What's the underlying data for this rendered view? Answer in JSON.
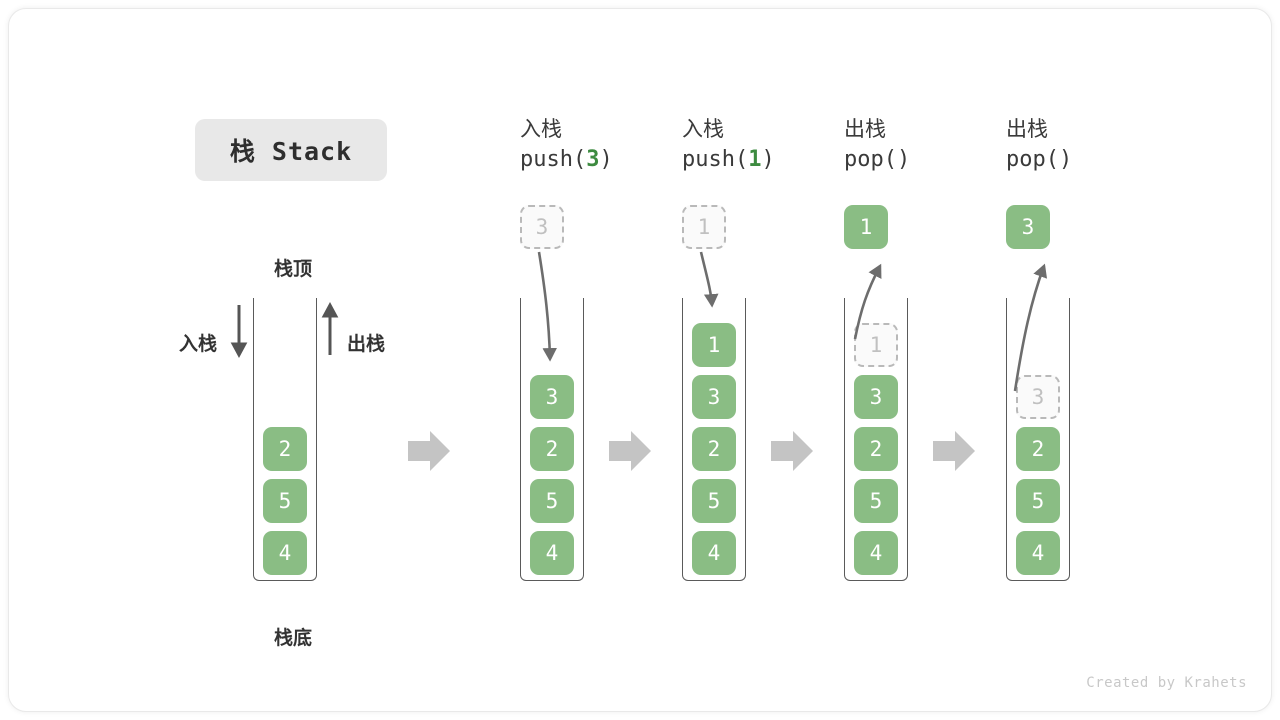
{
  "title_badge": {
    "text": "栈 Stack"
  },
  "labels": {
    "top": "栈顶",
    "bottom": "栈底",
    "push_side": "入栈",
    "pop_side": "出栈"
  },
  "footer": {
    "credit": "Created by Krahets"
  },
  "colors": {
    "cell_fill": "#8abd84",
    "cell_text": "#ffffff",
    "ghost_border": "#b9b9b9",
    "ghost_text": "#c0c0c0",
    "arrow_gray": "#c4c4c4",
    "curve_arrow": "#6d6d6d",
    "accent_green": "#3d8b40",
    "badge_bg": "#e8e8e8",
    "container_border": "#5a5a5a"
  },
  "columns": [
    {
      "id": "initial",
      "header_cn": "",
      "header_code": "",
      "header_arg": "",
      "stack": [
        "4",
        "5",
        "2"
      ],
      "ghost_in_stack": null,
      "float_box": null,
      "float_kind": null,
      "arrow": null
    },
    {
      "id": "push-3",
      "header_cn": "入栈",
      "header_code_pre": "push(",
      "header_arg": "3",
      "header_code_post": ")",
      "stack": [
        "4",
        "5",
        "2",
        "3"
      ],
      "ghost_in_stack": null,
      "float_box": "3",
      "float_kind": "ghost",
      "arrow": "down"
    },
    {
      "id": "push-1",
      "header_cn": "入栈",
      "header_code_pre": "push(",
      "header_arg": "1",
      "header_code_post": ")",
      "stack": [
        "4",
        "5",
        "2",
        "3",
        "1"
      ],
      "ghost_in_stack": null,
      "float_box": "1",
      "float_kind": "ghost",
      "arrow": "down"
    },
    {
      "id": "pop-1",
      "header_cn": "出栈",
      "header_code_pre": "pop(",
      "header_arg": "",
      "header_code_post": ")",
      "stack": [
        "4",
        "5",
        "2",
        "3"
      ],
      "ghost_in_stack": "1",
      "float_box": "1",
      "float_kind": "filled",
      "arrow": "up"
    },
    {
      "id": "pop-3",
      "header_cn": "出栈",
      "header_code_pre": "pop(",
      "header_arg": "",
      "header_code_post": ")",
      "stack": [
        "4",
        "5",
        "2"
      ],
      "ghost_in_stack": "3",
      "float_box": "3",
      "float_kind": "filled",
      "arrow": "up"
    }
  ],
  "step_arrows": {
    "count": 4,
    "glyph": "block-arrow-right"
  }
}
